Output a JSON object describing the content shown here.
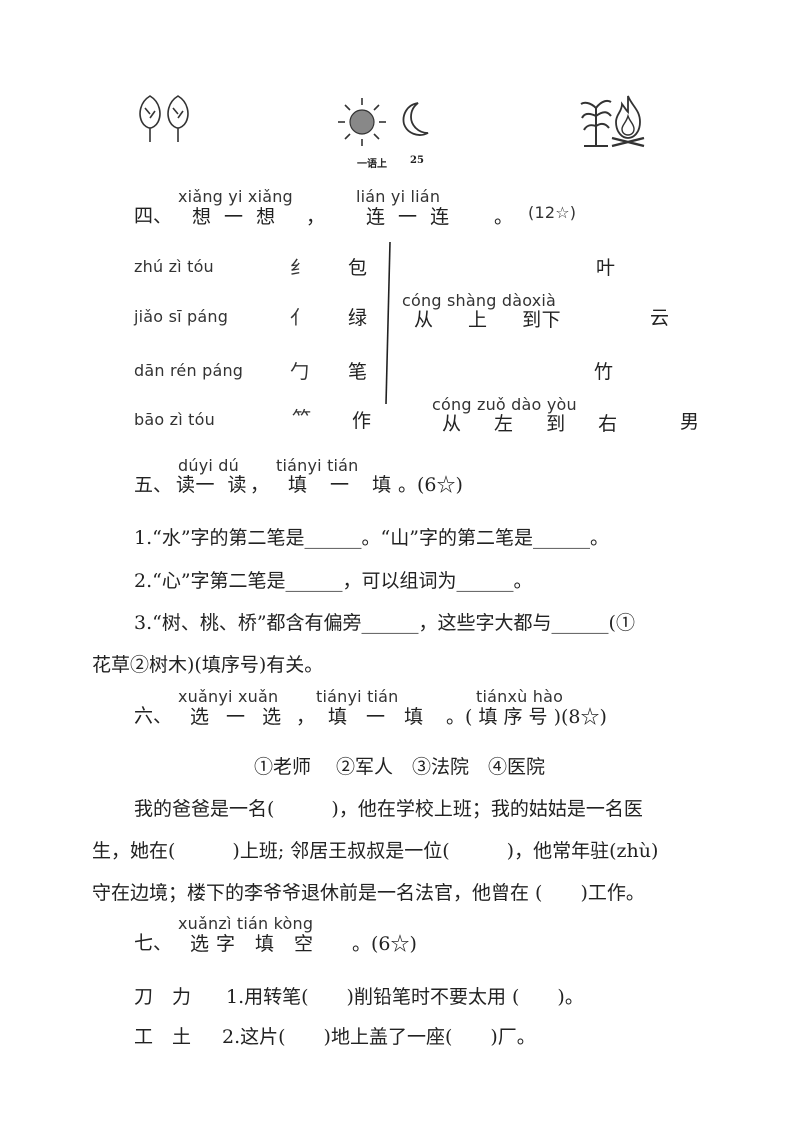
{
  "header": {
    "page_label": "一语上",
    "page_number": "25"
  },
  "section4": {
    "num": "四、",
    "title": {
      "p1": "xiǎng yi xiǎng",
      "c1": "想 一 想",
      "comma": "，",
      "p2": "lián yi lián",
      "c2": "连 一 连",
      "period": "。",
      "score": "(12☆)"
    },
    "left_rows": [
      {
        "pinyin": "zhú zì tóu",
        "radical": "纟",
        "char": "包"
      },
      {
        "pinyin": "jiǎo sī páng",
        "radical": "亻",
        "char": "绿"
      },
      {
        "pinyin": "dān rén páng",
        "radical": "勹",
        "char": "笔"
      },
      {
        "pinyin": "bāo zì tóu",
        "radical": "⺮",
        "char": "作"
      }
    ],
    "right": {
      "top_char": "叶",
      "phrase1_pinyin": "cóng shàng dàoxià",
      "phrase1_chars": "从 上 到下",
      "cloud": "云",
      "bamboo": "竹",
      "phrase2_pinyin": "cóng zuǒ dào yòu",
      "phrase2_chars": "从 左 到 右",
      "male": "男"
    }
  },
  "section5": {
    "num": "五、",
    "p1": "dúyi dú",
    "c1": "读一 读",
    "comma": "，",
    "p2": "tiányi tián",
    "c2": "填 一 填",
    "tail": "。(6☆)",
    "q1": "1.“水”字的第二笔是______。“山”字的第二笔是______。",
    "q2": "2.“心”字第二笔是______，可以组词为______。",
    "q3_line1": "3.“树、桃、桥”都含有偏旁______，这些字大都与______(①",
    "q3_line2": "花草②树木)(填序号)有关。"
  },
  "section6": {
    "num": "六、",
    "p1": "xuǎnyi xuǎn",
    "c1": "选 一 选",
    "comma": "，",
    "p2": "tiányi tián",
    "c2": "填 一 填",
    "p3": "tiánxù hào",
    "c3": "。( 填 序 号 )(8☆)",
    "options": "①老师　 ②军人　③法院　④医院",
    "line1": "我的爸爸是一名(　　　)，他在学校上班；我的姑姑是一名医",
    "line2": "生，她在(　　　)上班; 邻居王叔叔是一位(　　　)，他常年驻(zhù)",
    "line3": "守在边境；楼下的李爷爷退休前是一名法官，他曾在 (　　)工作。"
  },
  "section7": {
    "num": "七、",
    "pinyin": "xuǎnzì tián kòng",
    "chars": "选 字　填　空",
    "score": "。(6☆)",
    "q1_options": "刀　力",
    "q1": "1.用转笔(　　)削铅笔时不要太用 (　　)。",
    "q2_options": "工　土",
    "q2": "2.这片(　　)地上盖了一座(　　)厂。"
  }
}
